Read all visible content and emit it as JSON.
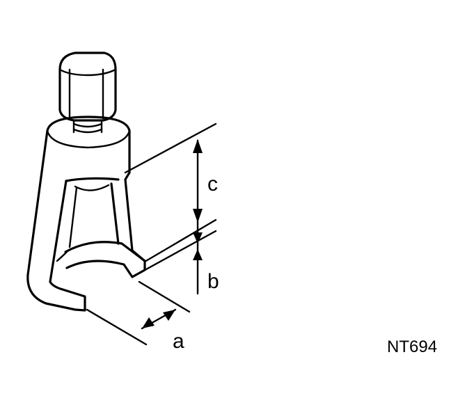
{
  "labels": {
    "a": "a",
    "b": "b",
    "c": "c"
  },
  "figure_code": "NT694",
  "icons": {
    "tool": "ball-joint-puller-icon"
  }
}
